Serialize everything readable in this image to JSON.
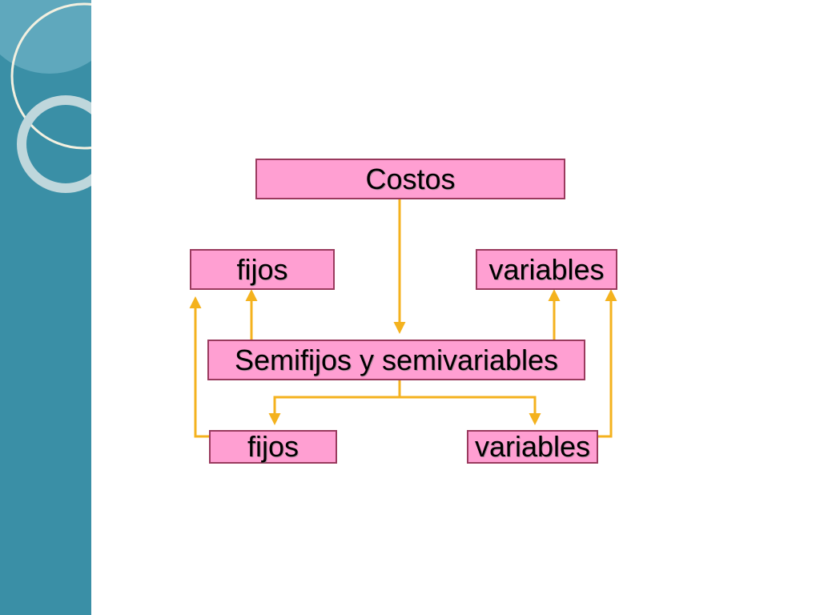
{
  "diagram": {
    "root": "Costos",
    "top_left": "fijos",
    "top_right": "variables",
    "middle": "Semifijos y semivariables",
    "bottom_left": "fijos",
    "bottom_right": "variables"
  },
  "colors": {
    "box_fill": "#ff9fd2",
    "box_border": "#9a3a5e",
    "arrow": "#f4b21e",
    "sidebar": "#3a8fa6"
  }
}
